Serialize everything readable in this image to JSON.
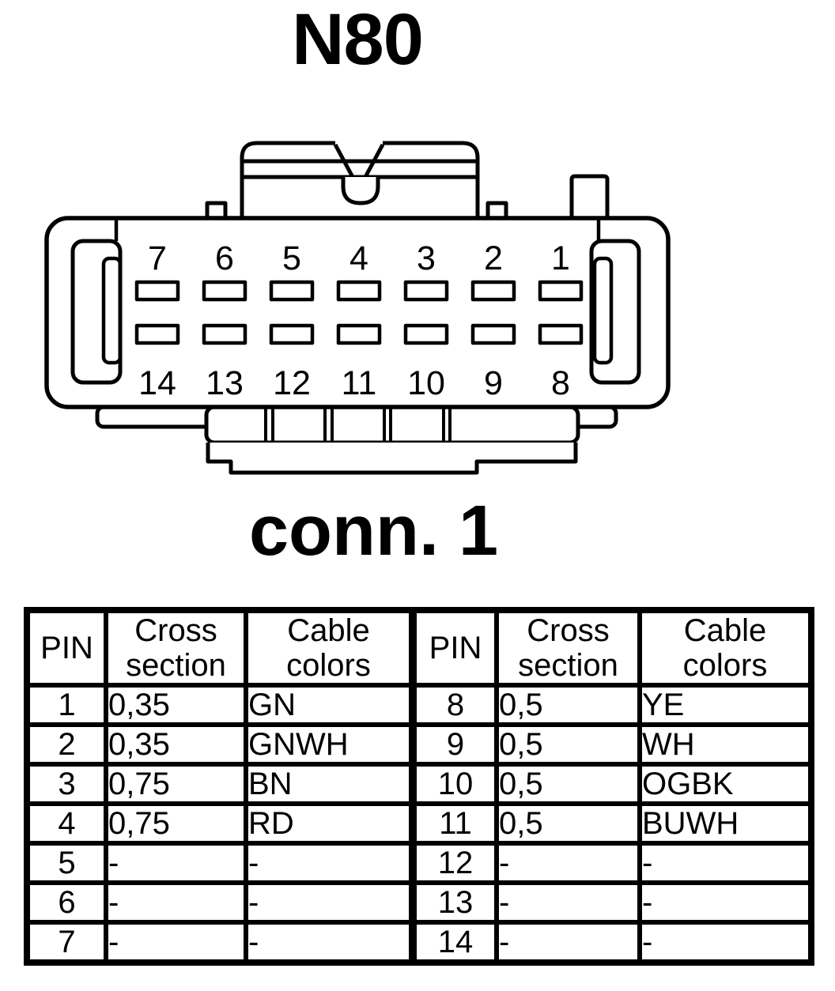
{
  "title": "N80",
  "caption": "conn. 1",
  "colors": {
    "ink": "#000000",
    "background": "#ffffff"
  },
  "connector": {
    "top_pins": [
      "7",
      "6",
      "5",
      "4",
      "3",
      "2",
      "1"
    ],
    "bottom_pins": [
      "14",
      "13",
      "12",
      "11",
      "10",
      "9",
      "8"
    ]
  },
  "table": {
    "headers": {
      "pin": "PIN",
      "cross_line1": "Cross",
      "cross_line2": "section",
      "cable_line1": "Cable",
      "cable_line2": "colors"
    },
    "rows": [
      {
        "pin": "1",
        "cross": "0,35",
        "colors": "GN"
      },
      {
        "pin": "2",
        "cross": "0,35",
        "colors": "GNWH"
      },
      {
        "pin": "3",
        "cross": "0,75",
        "colors": "BN"
      },
      {
        "pin": "4",
        "cross": "0,75",
        "colors": "RD"
      },
      {
        "pin": "5",
        "cross": "-",
        "colors": "-"
      },
      {
        "pin": "6",
        "cross": "-",
        "colors": "-"
      },
      {
        "pin": "7",
        "cross": "-",
        "colors": "-"
      },
      {
        "pin": "8",
        "cross": "0,5",
        "colors": "YE"
      },
      {
        "pin": "9",
        "cross": "0,5",
        "colors": "WH"
      },
      {
        "pin": "10",
        "cross": "0,5",
        "colors": "OGBK"
      },
      {
        "pin": "11",
        "cross": "0,5",
        "colors": "BUWH"
      },
      {
        "pin": "12",
        "cross": "-",
        "colors": "-"
      },
      {
        "pin": "13",
        "cross": "-",
        "colors": "-"
      },
      {
        "pin": "14",
        "cross": "-",
        "colors": "-"
      }
    ]
  }
}
